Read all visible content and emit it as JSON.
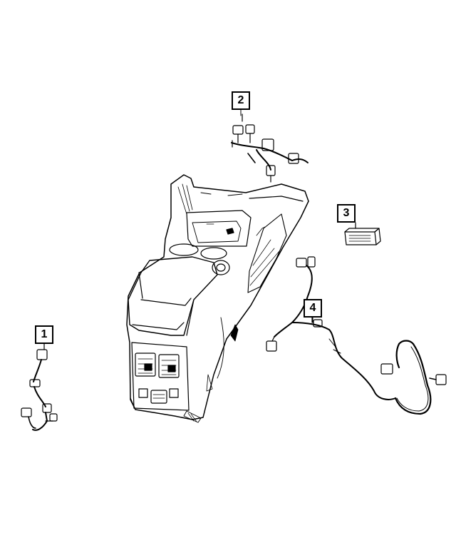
{
  "diagram": {
    "callouts": [
      {
        "number": "1",
        "part": "wiring-harness-left"
      },
      {
        "number": "2",
        "part": "wiring-harness-upper"
      },
      {
        "number": "3",
        "part": "switch-module"
      },
      {
        "number": "4",
        "part": "wiring-harness-right"
      }
    ],
    "line_color": "#000000",
    "background": "#ffffff"
  }
}
